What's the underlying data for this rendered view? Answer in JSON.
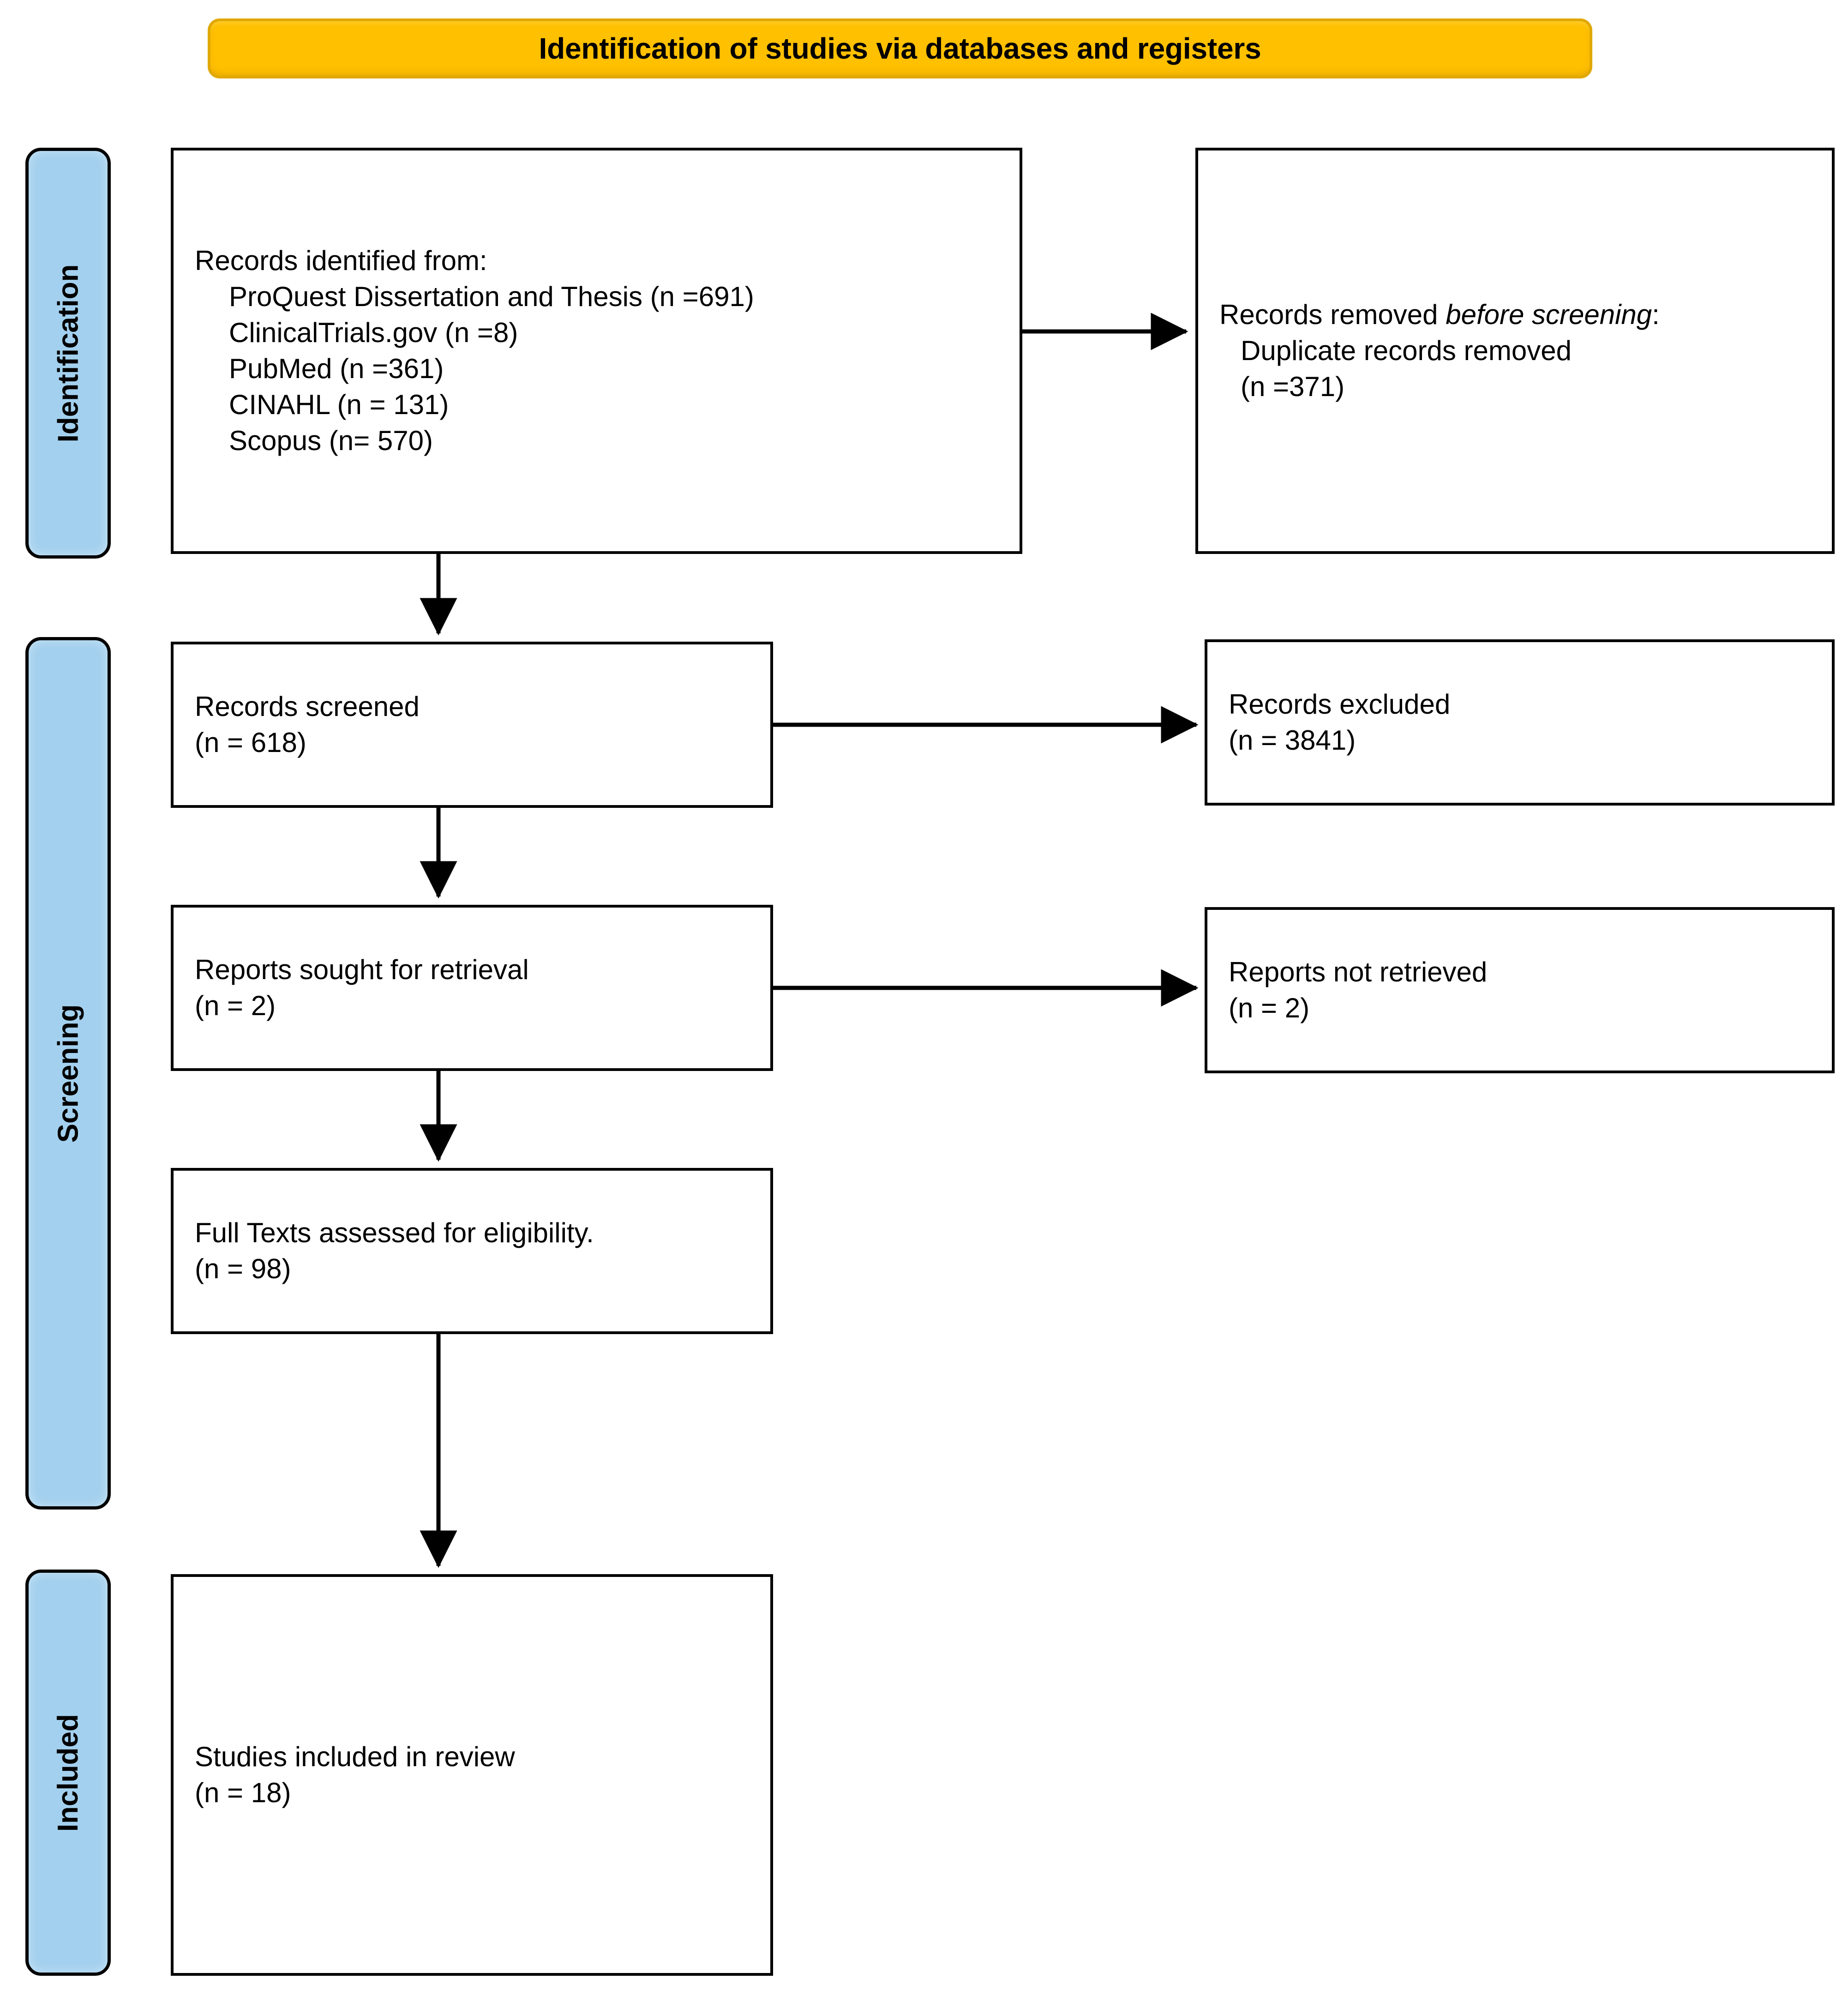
{
  "diagram": {
    "type": "prisma-flow-diagram",
    "banner": {
      "label": "Identification of studies via databases and registers",
      "color": "#FFC000"
    },
    "phases": [
      {
        "key": "identification",
        "label": "Identification",
        "color": "#A3D0EE"
      },
      {
        "key": "screening",
        "label": "Screening",
        "color": "#A3D0EE"
      },
      {
        "key": "included",
        "label": "Included",
        "color": "#A3D0EE"
      }
    ],
    "boxes": {
      "records_identified": {
        "title": "Records identified from:",
        "sources": [
          "ProQuest Dissertation and Thesis (n =691)",
          "ClinicalTrials.gov (n =8)",
          "PubMed (n =361)",
          "CINAHL (n = 131)",
          "Scopus (n= 570)"
        ]
      },
      "records_removed": {
        "title_part1": "Records removed ",
        "title_italic": "before screening",
        "title_part2": ":",
        "detail": "Duplicate records removed",
        "count": "(n =371)"
      },
      "records_screened": {
        "title": "Records screened",
        "count": "(n = 618)"
      },
      "records_excluded": {
        "title": "Records excluded",
        "count": "(n = 3841)"
      },
      "reports_sought": {
        "title": "Reports sought for retrieval",
        "count": "(n = 2)"
      },
      "reports_not_retrieved": {
        "title": "Reports not retrieved",
        "count": "(n = 2)"
      },
      "full_texts_assessed": {
        "title": "Full Texts assessed for eligibility.",
        "count": "(n = 98)"
      },
      "studies_included": {
        "title": "Studies included in review",
        "count": "(n = 18)"
      }
    },
    "counts": {
      "proquest": 691,
      "clinicaltrials": 8,
      "pubmed": 361,
      "cinahl": 131,
      "scopus": 570,
      "duplicates_removed": 371,
      "records_screened": 618,
      "records_excluded": 3841,
      "reports_sought": 2,
      "reports_not_retrieved": 2,
      "full_texts_assessed": 98,
      "studies_included": 18
    }
  }
}
